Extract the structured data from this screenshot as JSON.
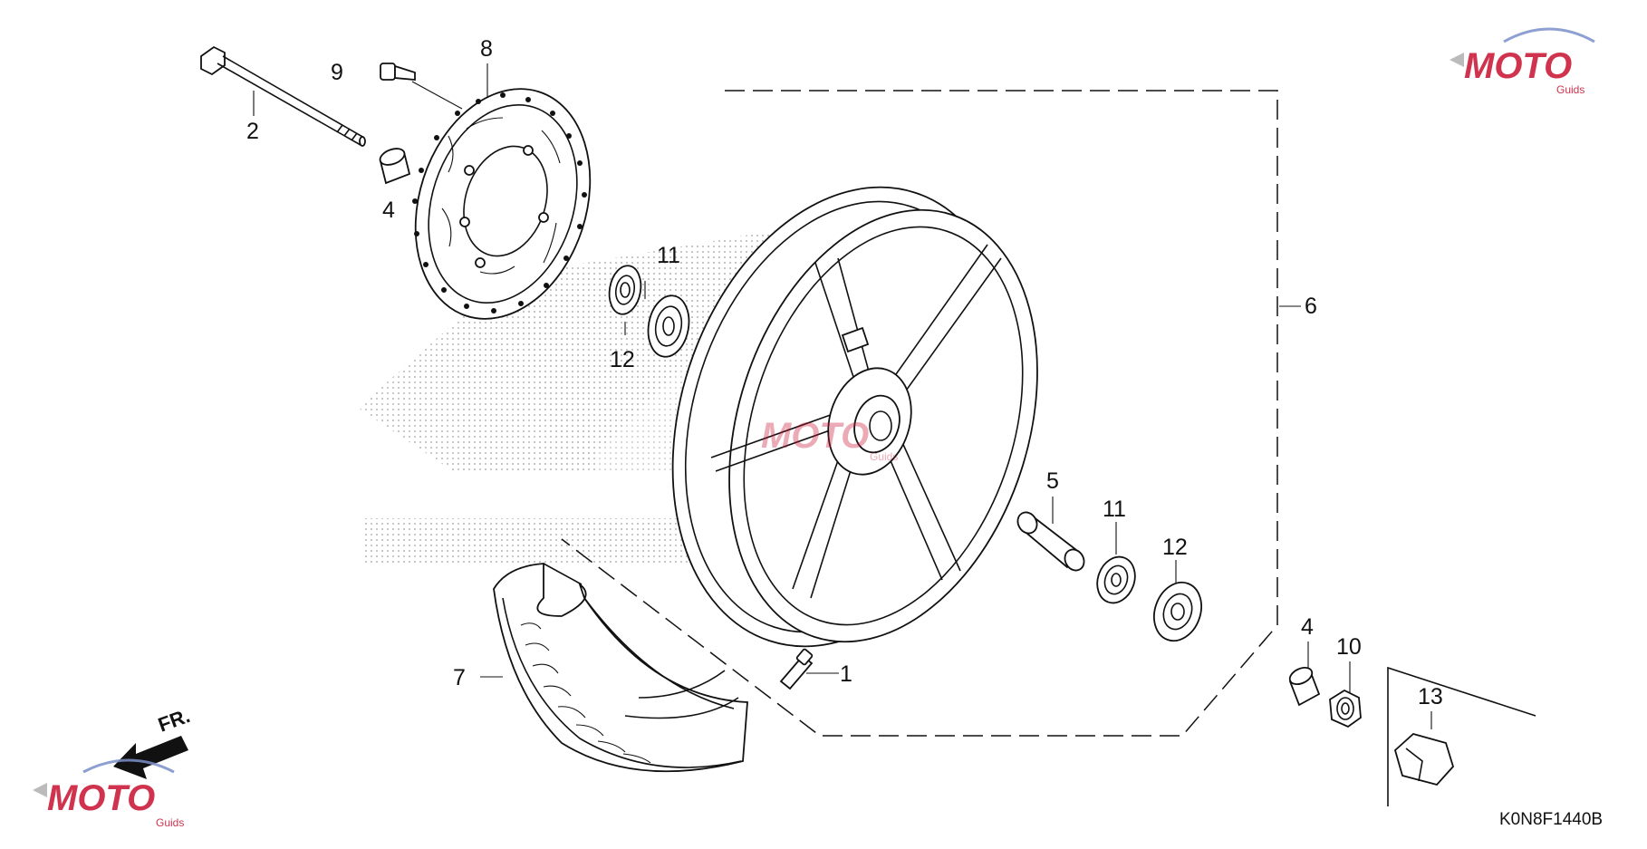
{
  "diagram": {
    "drawing_code": "K0N8F1440B",
    "direction_label": "FR.",
    "watermark": {
      "brand_text": "MOTO",
      "sub_text": "Guids",
      "colors": {
        "red": "#c8102e",
        "blue": "#7b8fc9",
        "gray": "#b0b0b0"
      }
    },
    "background_logo_color": "#c9c9c9",
    "callouts": [
      {
        "id": "c-1",
        "label": "1"
      },
      {
        "id": "c-2",
        "label": "2"
      },
      {
        "id": "c-4a",
        "label": "4"
      },
      {
        "id": "c-4b",
        "label": "4"
      },
      {
        "id": "c-5",
        "label": "5"
      },
      {
        "id": "c-6",
        "label": "6"
      },
      {
        "id": "c-7",
        "label": "7"
      },
      {
        "id": "c-8",
        "label": "8"
      },
      {
        "id": "c-9",
        "label": "9"
      },
      {
        "id": "c-10",
        "label": "10"
      },
      {
        "id": "c-11a",
        "label": "11"
      },
      {
        "id": "c-11b",
        "label": "11"
      },
      {
        "id": "c-12a",
        "label": "12"
      },
      {
        "id": "c-12b",
        "label": "12"
      },
      {
        "id": "c-13",
        "label": "13"
      }
    ]
  }
}
